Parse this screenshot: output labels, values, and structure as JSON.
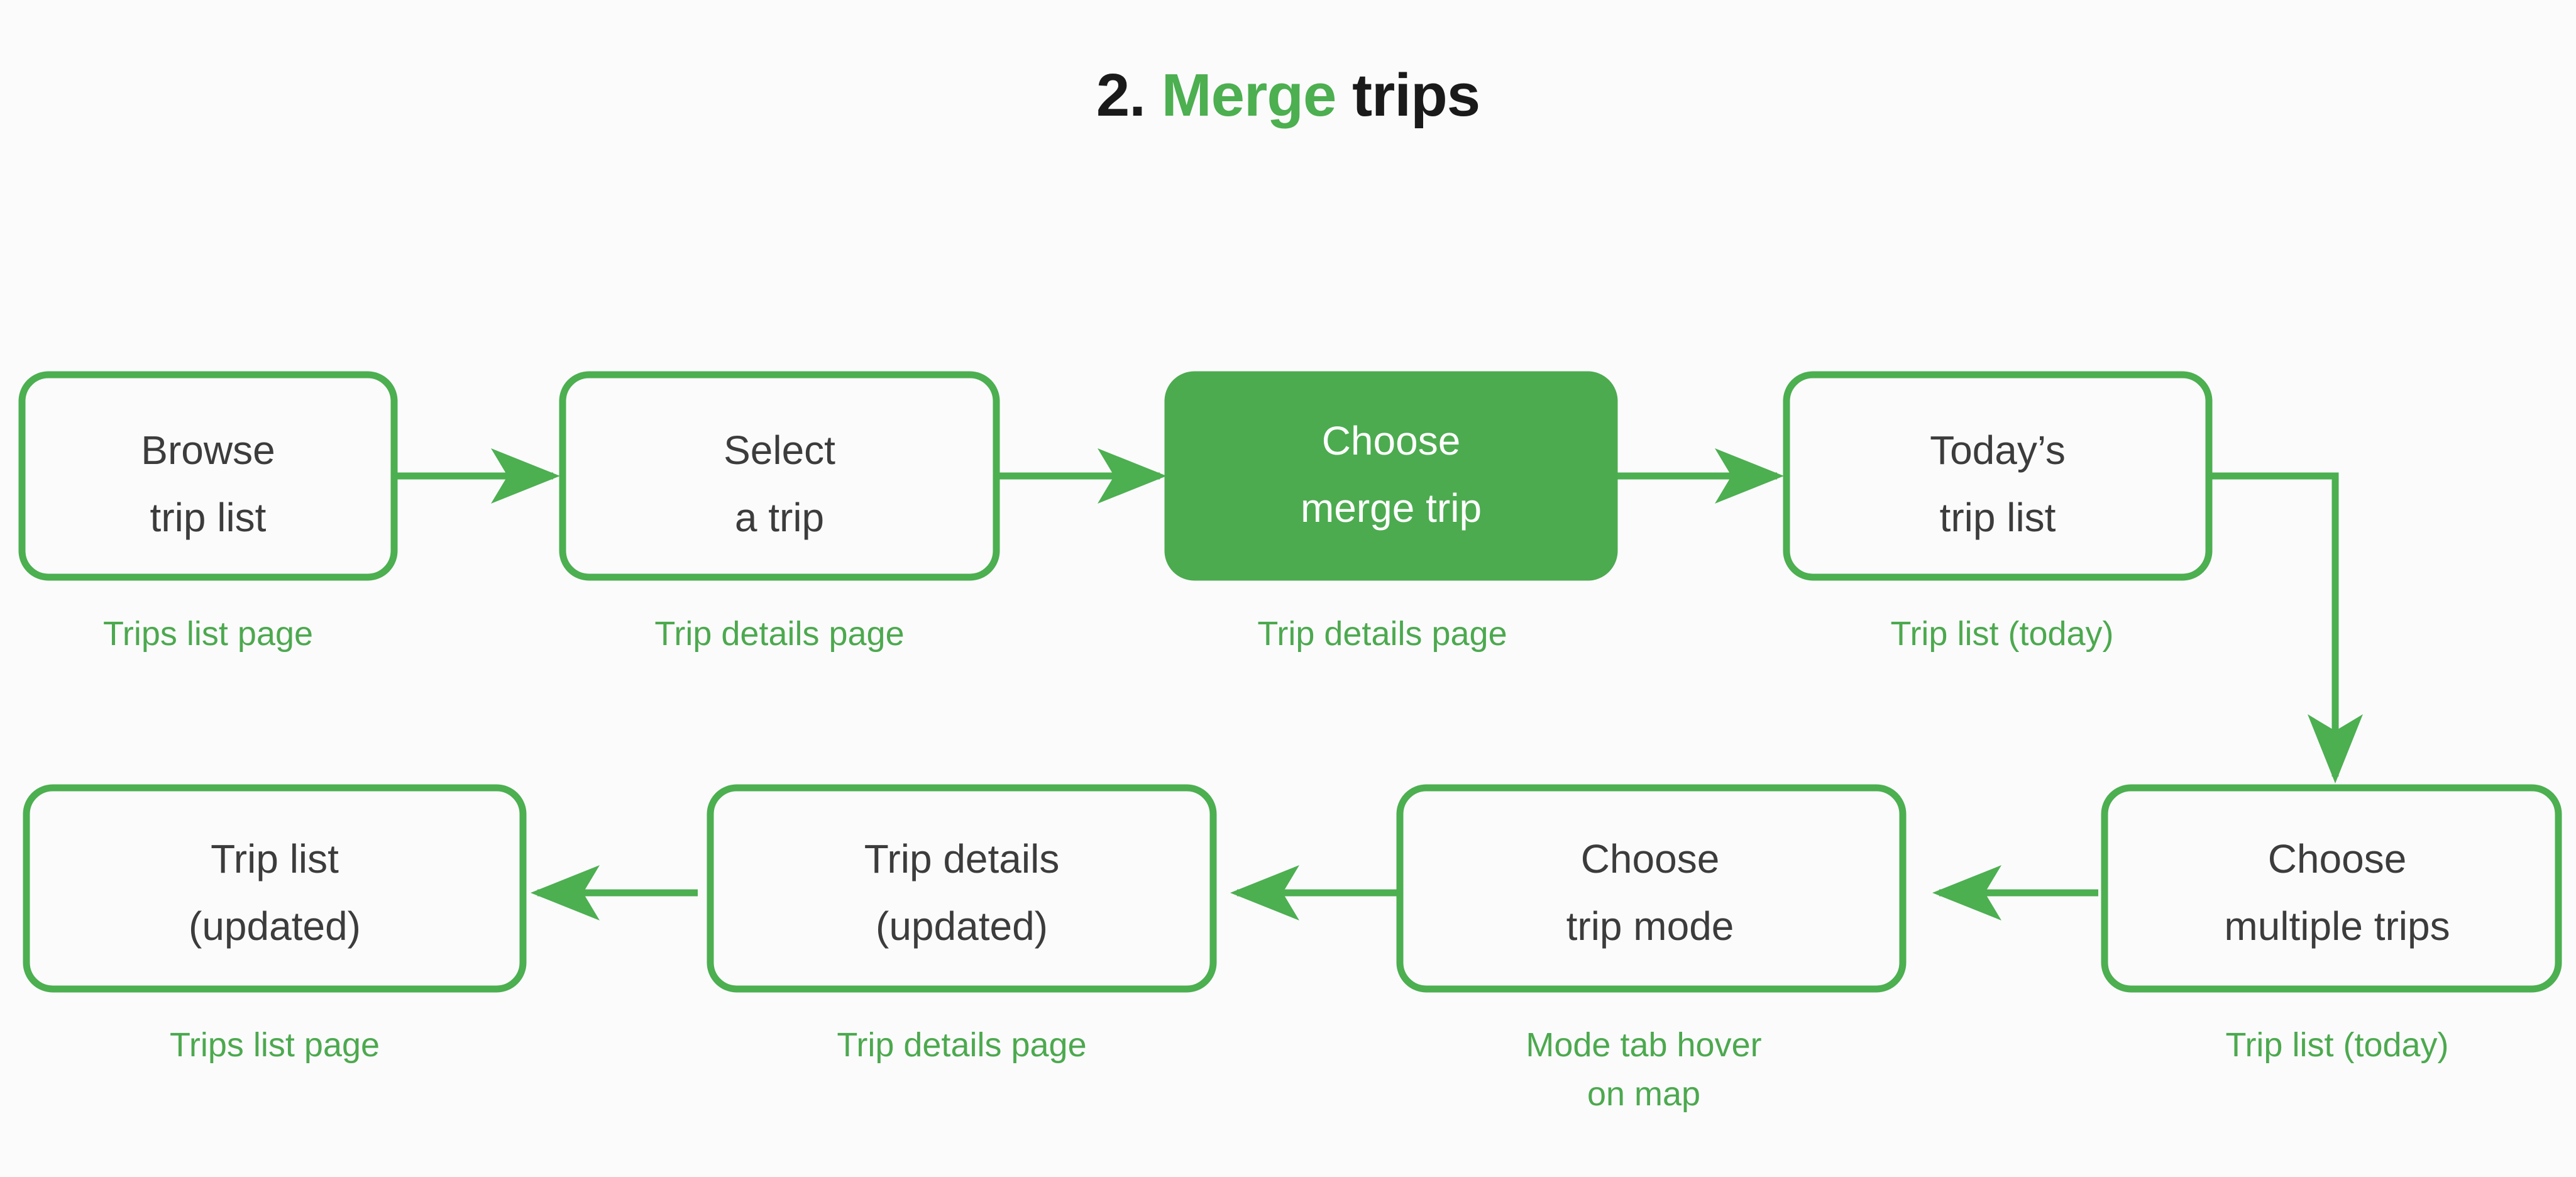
{
  "title": {
    "number": "2.",
    "accent_word": "Merge",
    "rest": "trips",
    "full": "2. Merge trips"
  },
  "colors": {
    "background": "#fbfbfc",
    "stroke_green": "#4caf50",
    "fill_green": "#4cab4f",
    "caption_green": "#4ca94e",
    "node_text": "#3c3c3c",
    "node_text_on_fill": "#ffffff",
    "title_text": "#1a1a1a"
  },
  "flow": {
    "rows": [
      {
        "direction": "left-to-right",
        "nodes": [
          {
            "id": "browse-trip-list",
            "line1": "Browse",
            "line2": "trip list",
            "caption": "Trips list page",
            "caption_line2": "",
            "highlighted": false
          },
          {
            "id": "select-a-trip",
            "line1": "Select",
            "line2": "a trip",
            "caption": "Trip details page",
            "caption_line2": "",
            "highlighted": false
          },
          {
            "id": "choose-merge-trip",
            "line1": "Choose",
            "line2": "merge trip",
            "caption": "Trip details page",
            "caption_line2": "",
            "highlighted": true
          },
          {
            "id": "todays-trip-list",
            "line1": "Today’s",
            "line2": "trip list",
            "caption": "Trip list (today)",
            "caption_line2": "",
            "highlighted": false
          }
        ]
      },
      {
        "direction": "right-to-left",
        "nodes": [
          {
            "id": "trip-list-updated",
            "line1": "Trip list",
            "line2": "(updated)",
            "caption": "Trips list page",
            "caption_line2": "",
            "highlighted": false
          },
          {
            "id": "trip-details-updated",
            "line1": "Trip details",
            "line2": "(updated)",
            "caption": "Trip details page",
            "caption_line2": "",
            "highlighted": false
          },
          {
            "id": "choose-trip-mode",
            "line1": "Choose",
            "line2": "trip mode",
            "caption": "Mode tab hover",
            "caption_line2": "on map",
            "highlighted": false
          },
          {
            "id": "choose-multiple-trips",
            "line1": "Choose",
            "line2": "multiple trips",
            "caption": "Trip list (today)",
            "caption_line2": "",
            "highlighted": false
          }
        ]
      }
    ],
    "connectors": [
      {
        "id": "browse-to-select",
        "type": "arrow-right"
      },
      {
        "id": "select-to-choose-merge",
        "type": "arrow-right"
      },
      {
        "id": "choose-merge-to-today",
        "type": "arrow-right"
      },
      {
        "id": "today-to-choose-multiple",
        "type": "elbow-down"
      },
      {
        "id": "choose-multiple-to-trip-mode",
        "type": "arrow-left"
      },
      {
        "id": "trip-mode-to-trip-details",
        "type": "arrow-left"
      },
      {
        "id": "trip-details-to-trip-list",
        "type": "arrow-left"
      }
    ]
  }
}
